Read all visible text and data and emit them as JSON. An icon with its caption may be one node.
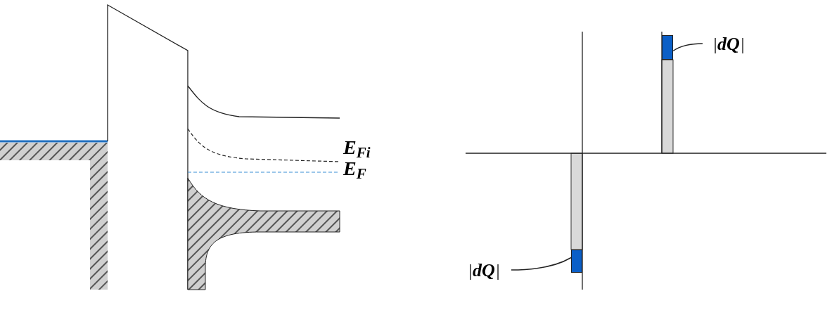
{
  "diagram": {
    "nodes": [
      {
        "text": [
          "|**dQ**|"
        ]
      },
      {
        "text": [],
        "shape": "box"
      },
      {
        "text": [
          "|**dQ**|"
        ]
      },
      {
        "text": [],
        "shape": "box"
      }
    ],
    "edges": [
      {
        "from": 0,
        "to": 1,
        "arrow": "none"
      },
      {
        "from": 2,
        "to": 3,
        "arrow": "none"
      }
    ],
    "labels": [
      "E$_{Fi}$",
      "E$_{F}$"
    ]
  }
}
